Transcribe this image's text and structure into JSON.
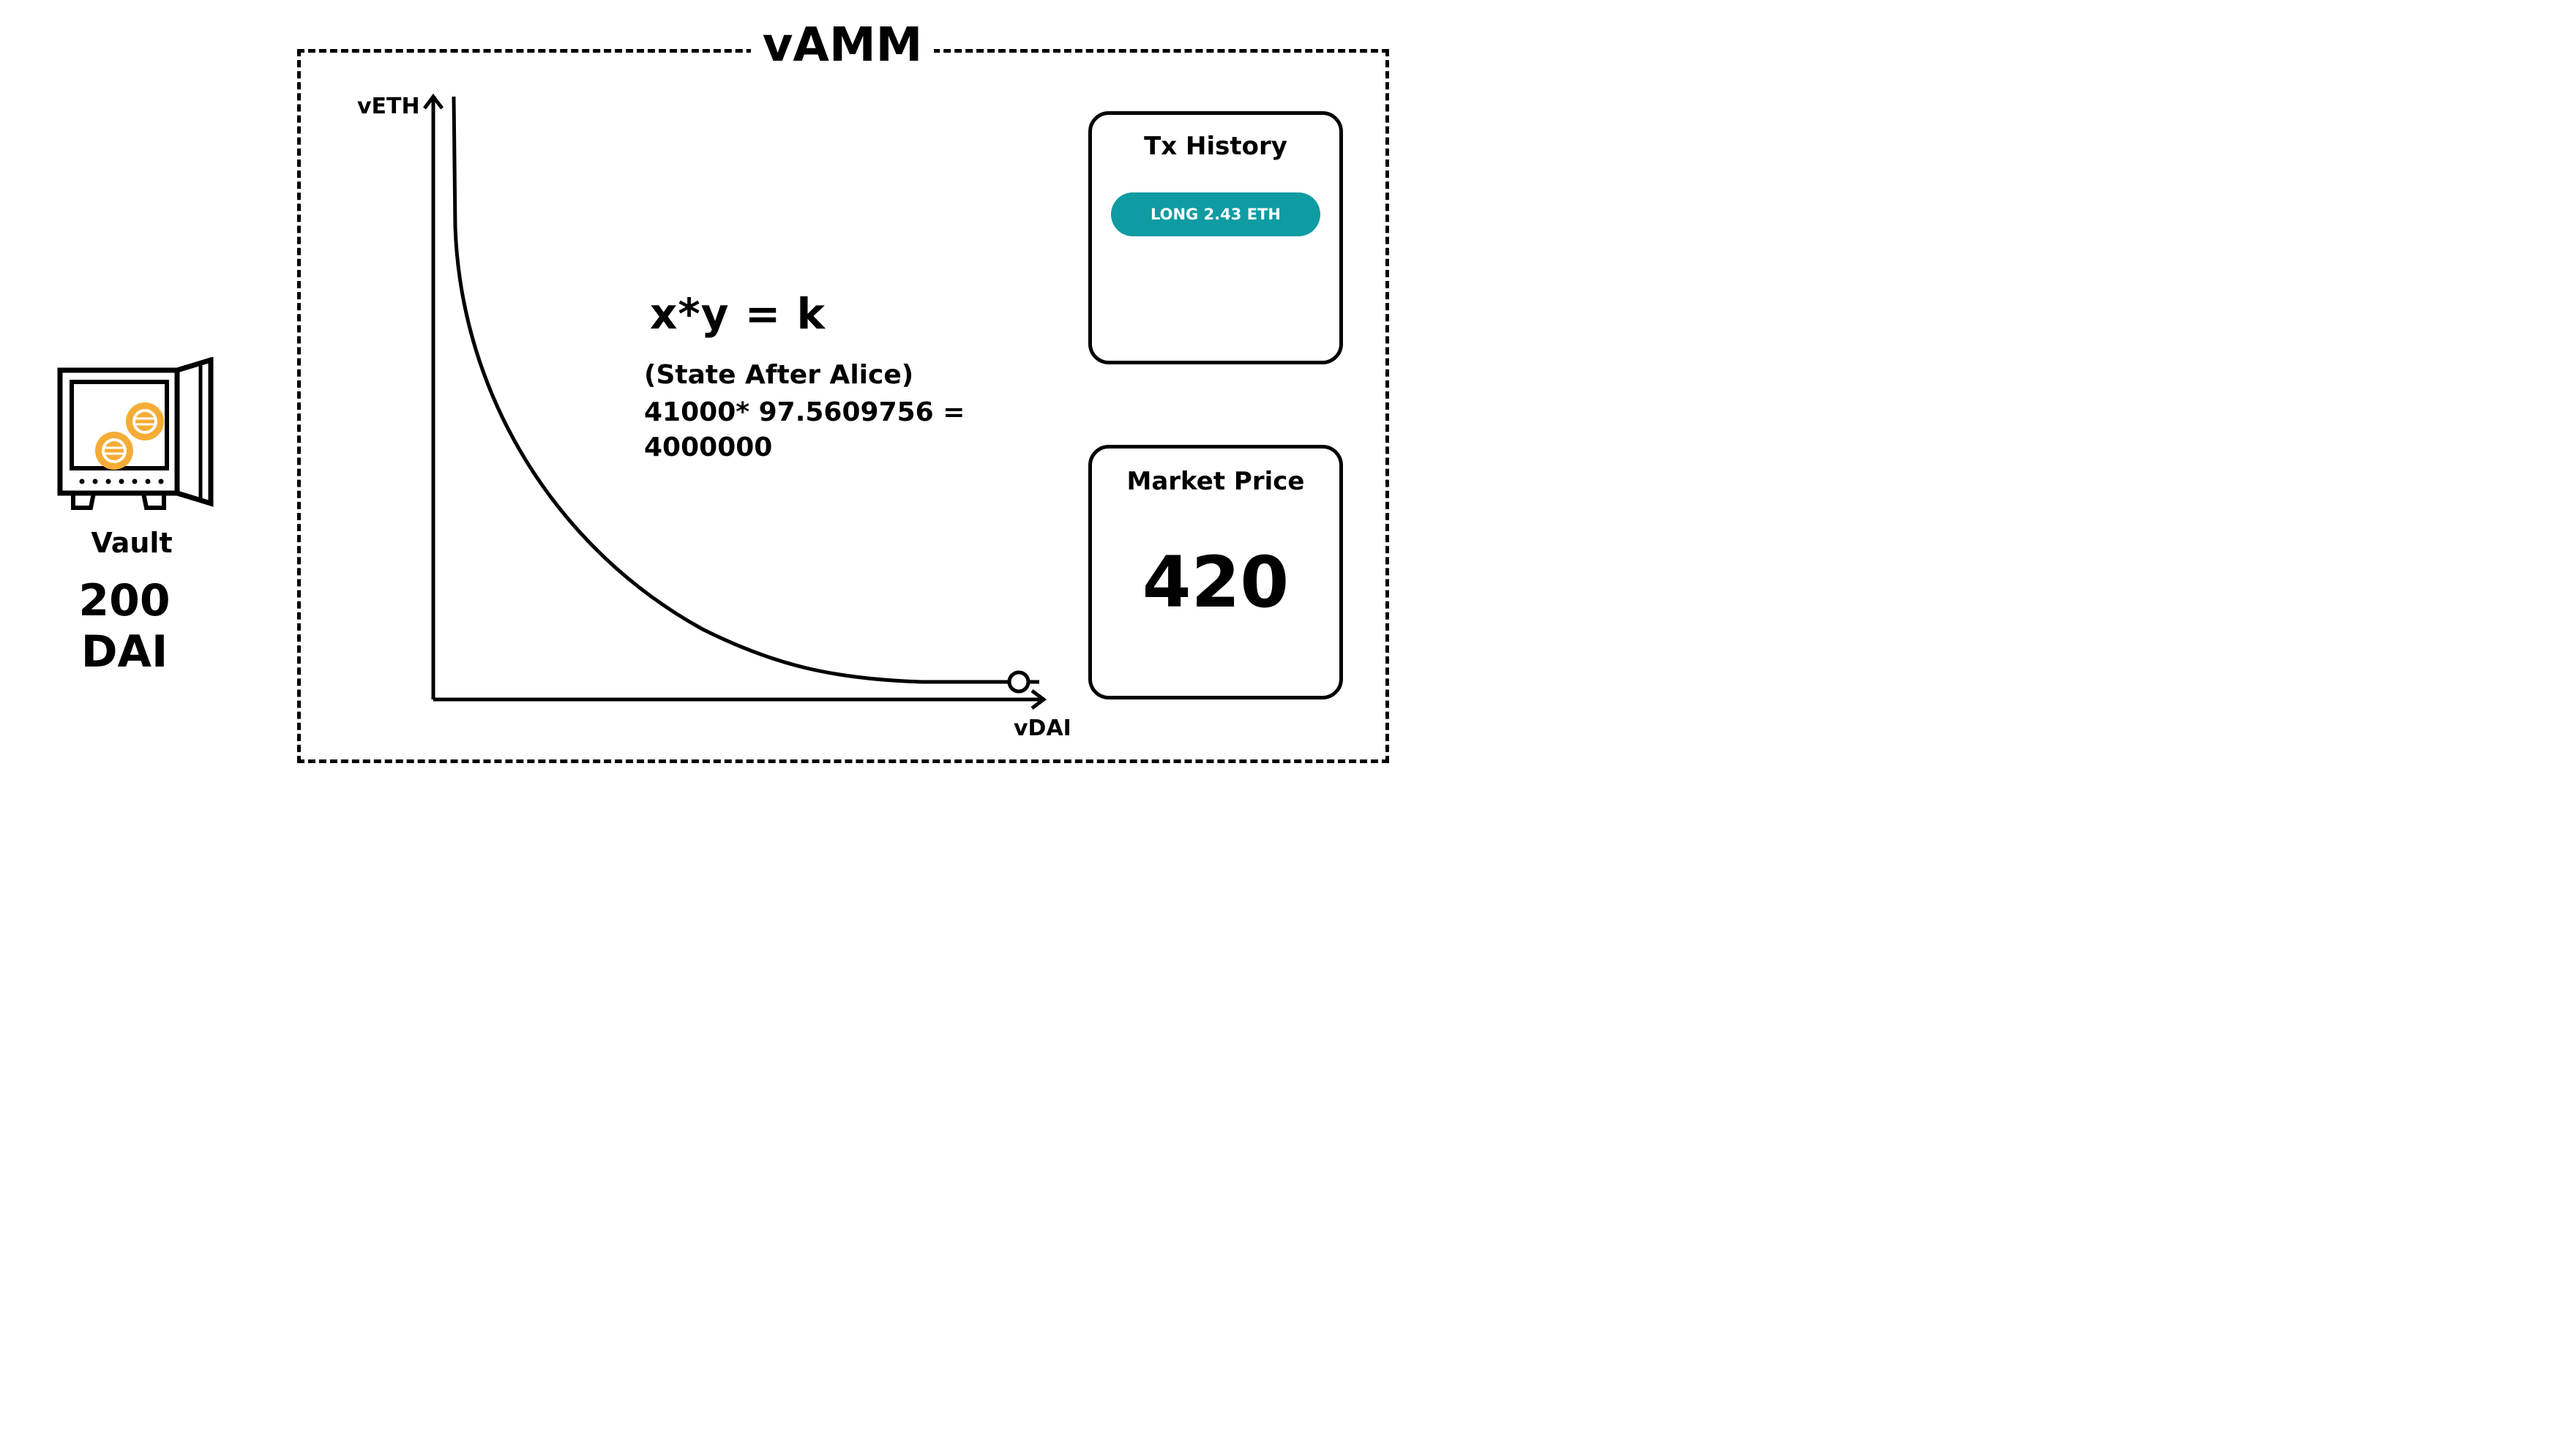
{
  "vault": {
    "label": "Vault",
    "balance": "200 DAI",
    "coin_color": "#F5AC37"
  },
  "vamm": {
    "title": "vAMM",
    "formula": "x*y = k",
    "state_caption": "(State After Alice)",
    "state_equation": "41000* 97.5609756 = 4000000",
    "chart": {
      "y_label": "vETH",
      "x_label": "vDAI",
      "curve_color": "#000000"
    }
  },
  "tx_history": {
    "title": "Tx History",
    "entries": [
      {
        "label": "LONG 2.43 ETH",
        "color": "#0E9CA2"
      }
    ]
  },
  "market_price": {
    "title": "Market Price",
    "value": "420"
  }
}
